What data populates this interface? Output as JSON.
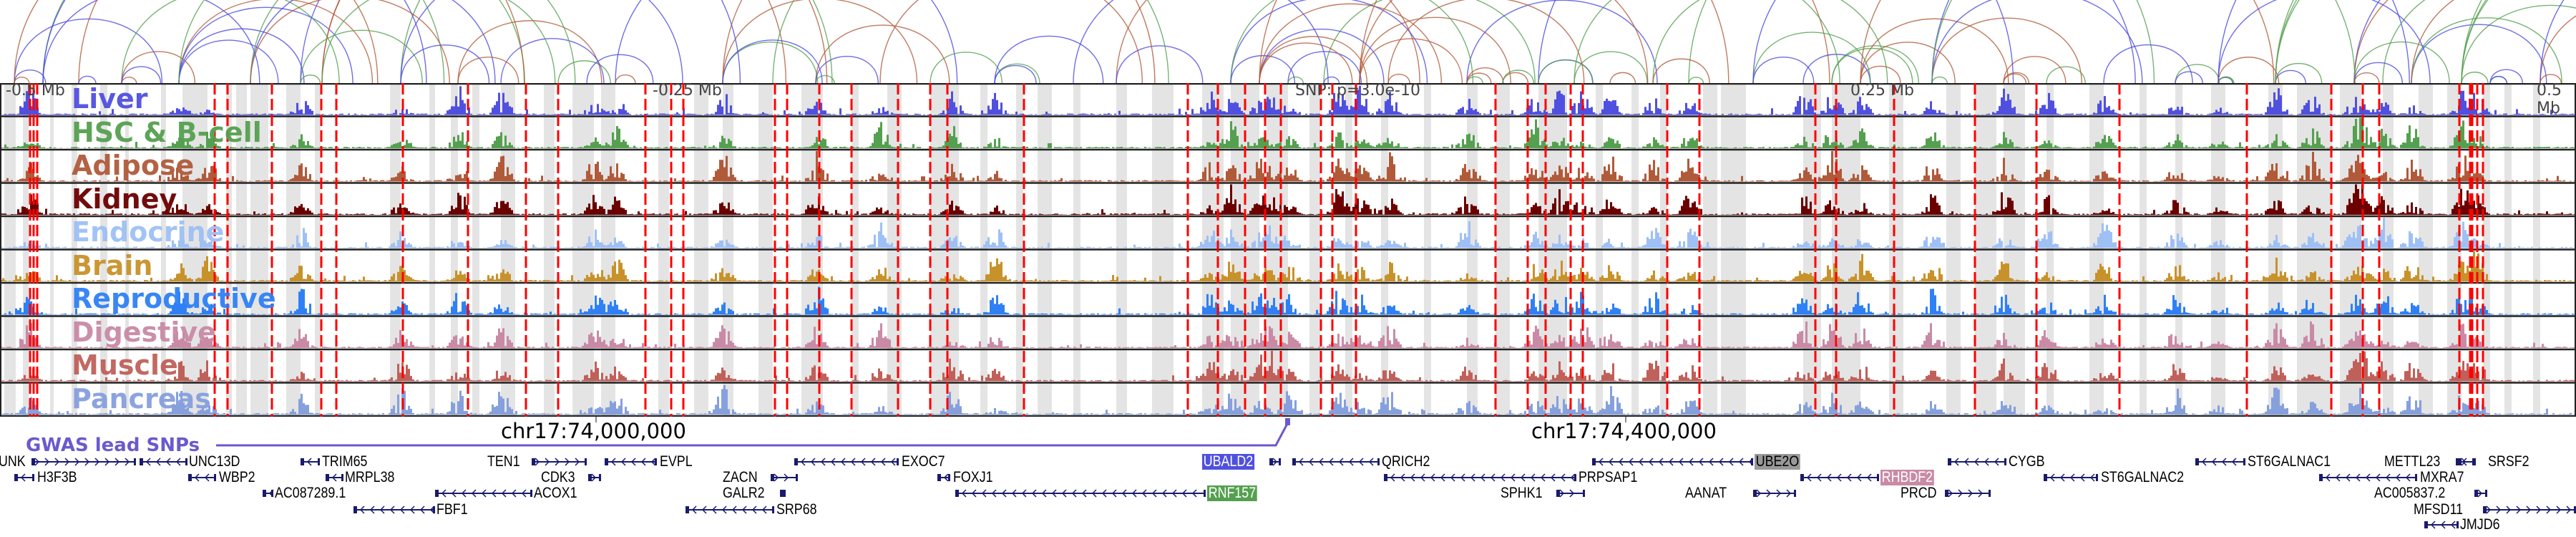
{
  "axis": {
    "left": "-0.5 Mb",
    "mid_left": "-0.25 Mb",
    "snp": "SNP: p=3.0e-10",
    "mid_right": "0.25 Mb",
    "right": "0.5 Mb"
  },
  "tracks": [
    {
      "label": "Liver",
      "color": "#5050e0"
    },
    {
      "label": "HSC & B-cell",
      "color": "#55a050"
    },
    {
      "label": "Adipose",
      "color": "#b05a3a"
    },
    {
      "label": "Kidney",
      "color": "#6b0000"
    },
    {
      "label": "Endocrine",
      "color": "#9ec0f5"
    },
    {
      "label": "Brain",
      "color": "#c8922a"
    },
    {
      "label": "Reproductive",
      "color": "#2f80f5"
    },
    {
      "label": "Digestive",
      "color": "#c98aa6"
    },
    {
      "label": "Muscle",
      "color": "#c0605a"
    },
    {
      "label": "Pancreas",
      "color": "#86a0dd"
    }
  ],
  "coordinates": [
    "chr17:74,000,000",
    "chr17:74,400,000"
  ],
  "gwas_label": "GWAS lead SNPs",
  "arc_colors": [
    "#4a4ae0",
    "#55a050",
    "#b05a3a"
  ],
  "genes": [
    {
      "name": "UNK"
    },
    {
      "name": "H3F3B"
    },
    {
      "name": "UNC13D"
    },
    {
      "name": "WBP2"
    },
    {
      "name": "TRIM65"
    },
    {
      "name": "MRPL38"
    },
    {
      "name": "AC087289.1"
    },
    {
      "name": "FBF1"
    },
    {
      "name": "TEN1"
    },
    {
      "name": "CDK3"
    },
    {
      "name": "ACOX1"
    },
    {
      "name": "EVPL"
    },
    {
      "name": "ZACN"
    },
    {
      "name": "GALR2"
    },
    {
      "name": "SRP68"
    },
    {
      "name": "EXOC7"
    },
    {
      "name": "FOXJ1"
    },
    {
      "name": "RNF157",
      "highlight": "#55a050"
    },
    {
      "name": "UBALD2",
      "highlight": "#5050e0"
    },
    {
      "name": "QRICH2"
    },
    {
      "name": "PRPSAP1"
    },
    {
      "name": "SPHK1"
    },
    {
      "name": "AANAT"
    },
    {
      "name": "UBE2O",
      "highlight": "#999999"
    },
    {
      "name": "RHBDF2",
      "highlight": "#c98aa6"
    },
    {
      "name": "PRCD"
    },
    {
      "name": "CYGB"
    },
    {
      "name": "ST6GALNAC2"
    },
    {
      "name": "ST6GALNAC1"
    },
    {
      "name": "METTL23"
    },
    {
      "name": "SRSF2"
    },
    {
      "name": "MXRA7"
    },
    {
      "name": "AC005837.2"
    },
    {
      "name": "MFSD11"
    },
    {
      "name": "JMJD6"
    }
  ]
}
